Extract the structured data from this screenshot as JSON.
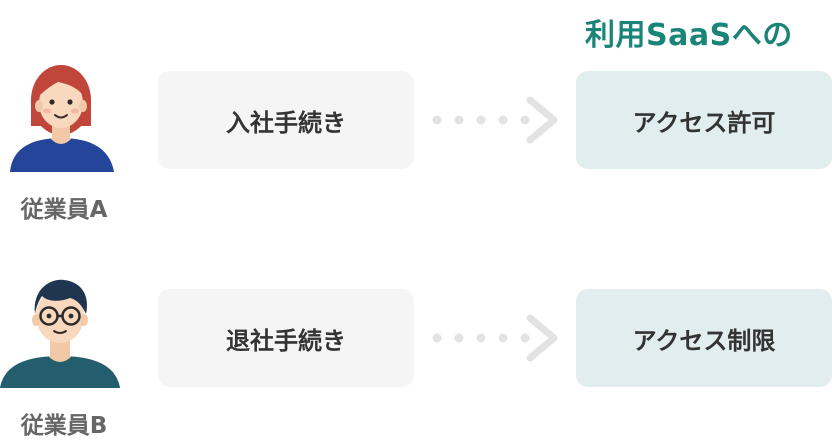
{
  "header": {
    "title": "利用SaaSへの"
  },
  "rows": [
    {
      "employee_label": "従業員A",
      "avatar_icon": "woman-avatar-icon",
      "process_label": "入社手続き",
      "result_label": "アクセス許可"
    },
    {
      "employee_label": "従業員B",
      "avatar_icon": "man-with-glasses-avatar-icon",
      "process_label": "退社手続き",
      "result_label": "アクセス制限"
    }
  ],
  "colors": {
    "accent": "#1a8479",
    "process_box": "#f5f5f5",
    "result_box": "#e1edee",
    "arrow": "#e3e3e3",
    "label_text": "#666666"
  }
}
